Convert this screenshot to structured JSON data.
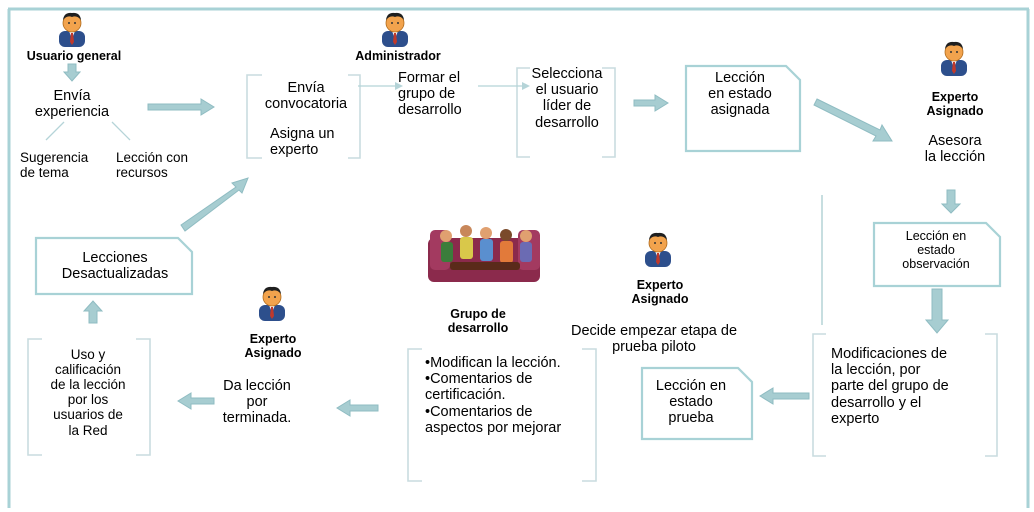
{
  "roles": {
    "user_general": "Usuario general",
    "admin": "Administrador",
    "expert_top": "Experto\nAsignado",
    "expert_middle": "Experto\nAsignado",
    "expert_bottom": "Experto\nAsignado",
    "dev_group": "Grupo de\ndesarrollo"
  },
  "nodes": {
    "send_experience": "Envía\nexperiencia",
    "topic_suggestion": "Sugerencia\nde tema",
    "lesson_resources": "Lección con\nrecursos",
    "send_call": "Envía\nconvocatoria",
    "assign_expert": "Asigna un\nexperto",
    "form_group": "Formar el\ngrupo de\ndesarrollo",
    "select_leader": "Selecciona\nel usuario\nlíder de\ndesarrollo",
    "lesson_assigned": "Lección\nen estado\nasignada",
    "advises": "Asesora\nla lección",
    "lesson_observation": "Lección en\nestado\nobservación",
    "modifications": "Modificaciones de\nla lección, por\nparte del grupo de\ndesarrollo y el\nexperto",
    "pilot_decision": "Decide empezar etapa de\nprueba piloto",
    "lesson_test": "Lección en\nestado\nprueba",
    "group_tasks": [
      "•Modifican la lección.",
      "•Comentarios de certificación.",
      "•Comentarios de aspectos por mejorar"
    ],
    "finished": "Da lección\npor\nterminada.",
    "usage_rating": "Uso y\ncalificación\nde la lección\npor los\nusuarios de\nla Red",
    "outdated": "Lecciones\nDesactualizadas"
  },
  "colors": {
    "frame": "#a8d2d6",
    "arrow": "#a7cdd1",
    "arrow_stroke": "#8fbcc2",
    "doc_border": "#a8d2d6",
    "bracket": "#c9dcdf",
    "figure_head": "#f2a34d",
    "figure_hair": "#1f1f1f",
    "figure_body": "#2d4f8c"
  }
}
